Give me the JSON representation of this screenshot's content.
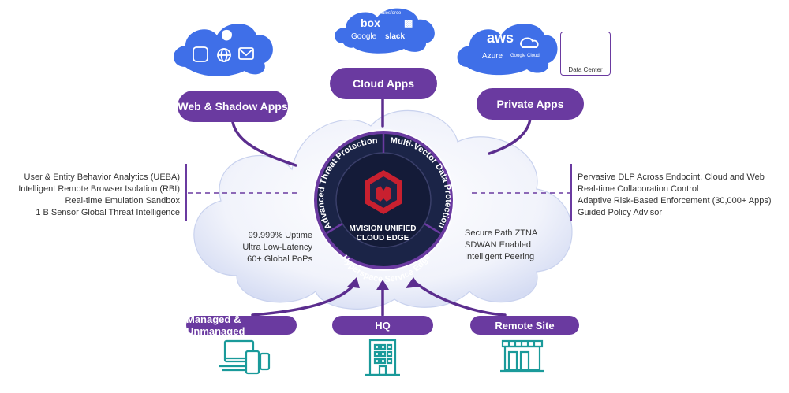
{
  "pills": {
    "web_shadow": "Web & Shadow Apps",
    "cloud_apps": "Cloud Apps",
    "private_apps": "Private Apps",
    "managed": "Managed & Unmanaged",
    "hq": "HQ",
    "remote_site": "Remote Site"
  },
  "cloud_icons": {
    "top": {
      "box": "box",
      "google": "Google",
      "salesforce": "salesforce",
      "slack": "slack"
    },
    "right": {
      "aws": "aws",
      "azure": "Azure",
      "google_cloud": "Google Cloud"
    },
    "data_center": "Data Center"
  },
  "ring": {
    "left_arc": "Advanced Threat Protection",
    "right_arc": "Multi-Vector Data Protection",
    "bottom_arc": "Hyperspace Service Edge"
  },
  "core": {
    "line1": "MVISION UNIFIED",
    "line2": "CLOUD EDGE"
  },
  "left_features": [
    "User & Entity Behavior Analytics (UEBA)",
    "Intelligent Remote Browser Isolation (RBI)",
    "Real-time Emulation Sandbox",
    "1 B Sensor Global Threat Intelligence"
  ],
  "right_features": [
    "Pervasive DLP Across Endpoint, Cloud and Web",
    "Real-time Collaboration Control",
    "Adaptive Risk-Based Enforcement (30,000+ Apps)",
    "Guided Policy Advisor"
  ],
  "inner_left": [
    "99.999% Uptime",
    "Ultra Low-Latency",
    "60+ Global PoPs"
  ],
  "inner_right": [
    "Secure Path ZTNA",
    "SDWAN Enabled",
    "Intelligent Peering"
  ],
  "colors": {
    "purple": "#6a3aa0",
    "dark_purple": "#4a2a7a",
    "cloud_blue": "#3f6fe8",
    "teal": "#1a9a9a",
    "core_navy": "#1b2447",
    "brand_red": "#c8202f"
  }
}
